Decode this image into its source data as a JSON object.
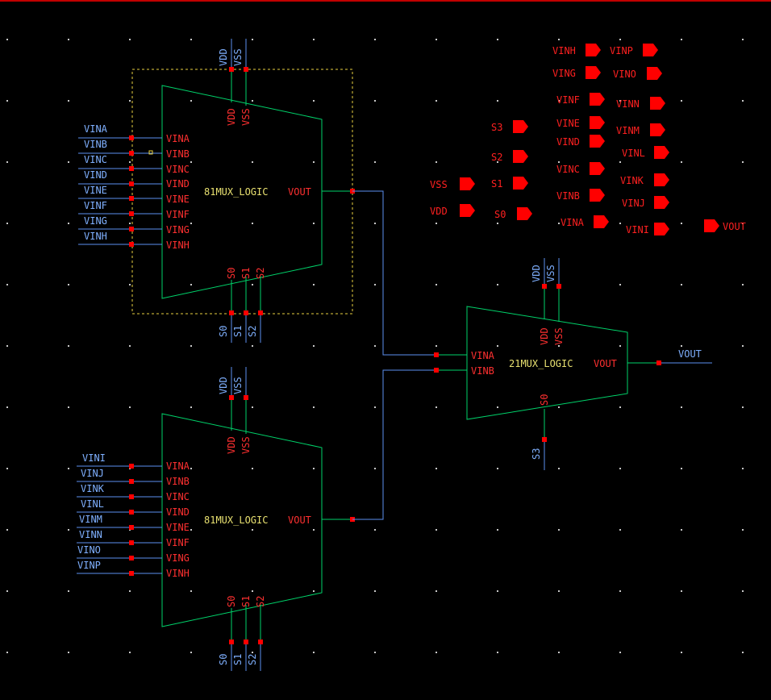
{
  "colors": {
    "background": "#000000",
    "grid_dot": "#c8c8c8",
    "symbol_outline": "#00d26a",
    "wire": "#5b8ff0",
    "pin_marker": "#ff0000",
    "pin_text": "#ff2020",
    "wire_label": "#7fb0ff",
    "cell_name": "#e8e070",
    "selection_box": "#e8d040"
  },
  "mux8_top": {
    "cell": "81MUX_LOGIC",
    "inputs": [
      "VINA",
      "VINB",
      "VINC",
      "VIND",
      "VINE",
      "VINF",
      "VING",
      "VINH"
    ],
    "output": "VOUT",
    "supplies": [
      "VDD",
      "VSS"
    ],
    "selects": [
      "S0",
      "S1",
      "S2"
    ],
    "input_nets": [
      "VINA",
      "VINB",
      "VINC",
      "VIND",
      "VINE",
      "VINF",
      "VING",
      "VINH"
    ],
    "supply_nets": [
      "VDD",
      "VSS"
    ],
    "select_nets": [
      "S0",
      "S1",
      "S2"
    ]
  },
  "mux8_bottom": {
    "cell": "81MUX_LOGIC",
    "inputs": [
      "VINA",
      "VINB",
      "VINC",
      "VIND",
      "VINE",
      "VINF",
      "VING",
      "VINH"
    ],
    "output": "VOUT",
    "supplies": [
      "VDD",
      "VSS"
    ],
    "selects": [
      "S0",
      "S1",
      "S2"
    ],
    "input_nets": [
      "VINI",
      "VINJ",
      "VINK",
      "VINL",
      "VINM",
      "VINN",
      "VINO",
      "VINP"
    ],
    "supply_nets": [
      "VDD",
      "VSS"
    ],
    "select_nets": [
      "S0",
      "S1",
      "S2"
    ]
  },
  "mux2": {
    "cell": "21MUX_LOGIC",
    "inputs": [
      "VINA",
      "VINB"
    ],
    "output": "VOUT",
    "supplies": [
      "VDD",
      "VSS"
    ],
    "select": "S0",
    "supply_nets": [
      "VDD",
      "VSS"
    ],
    "select_net": "S3",
    "output_net": "VOUT"
  },
  "pins": {
    "col1": [
      "VSS",
      "VDD"
    ],
    "col2": [
      "S3",
      "S2",
      "S1",
      "S0"
    ],
    "col3": [
      "VINH",
      "VING",
      "VINF",
      "VINE",
      "VIND",
      "VINC",
      "VINB",
      "VINA"
    ],
    "col4": [
      "VINP",
      "VINO",
      "VINN",
      "VINM",
      "VINL",
      "VINK",
      "VINJ",
      "VINI"
    ],
    "output": "VOUT"
  }
}
